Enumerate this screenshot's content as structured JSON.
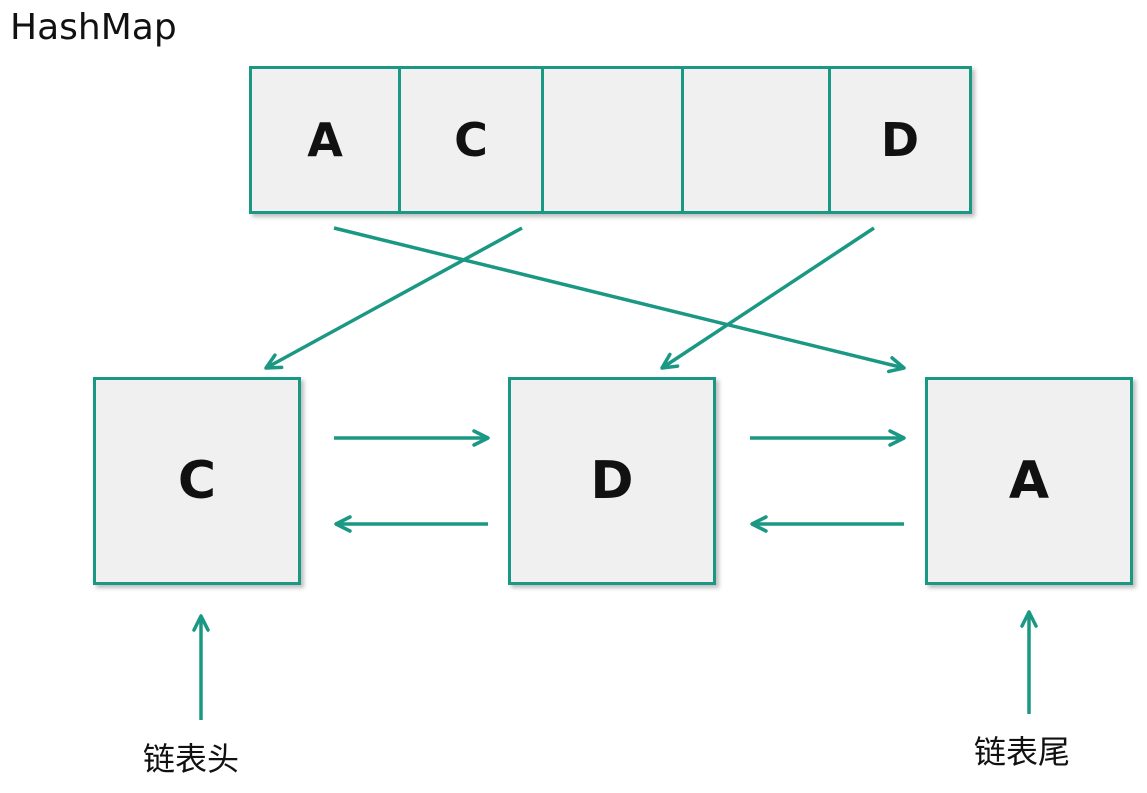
{
  "title": "HashMap",
  "array_cells": [
    "A",
    "C",
    "",
    "",
    "D"
  ],
  "nodes": [
    "C",
    "D",
    "A"
  ],
  "labels": {
    "head": "链表头",
    "tail": "链表尾"
  },
  "colors": {
    "accent": "#1a9883",
    "box_fill": "#f0f0f0",
    "text": "#111111"
  }
}
